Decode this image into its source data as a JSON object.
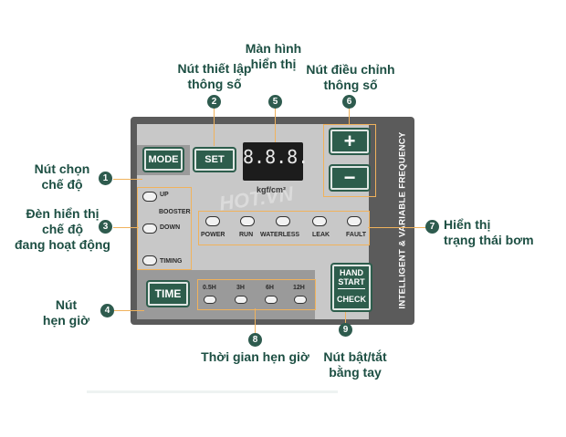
{
  "callouts": {
    "mode": "Nút chọn\nchế độ",
    "lights": "Đèn hiển thị\nchế độ\nđang hoạt động",
    "timer_btn": "Nút\nhẹn giờ",
    "set": "Nút thiết lập\nthông số",
    "display": "Màn hình\nhiển thị",
    "adjust": "Nút điều chỉnh\nthông số",
    "status": "Hiển thị\ntrạng thái bơm",
    "times": "Thời gian hẹn giờ",
    "hand": "Nút bật/tắt\nbằng tay"
  },
  "markers": [
    "1",
    "2",
    "3",
    "4",
    "5",
    "6",
    "7",
    "8",
    "9"
  ],
  "panel": {
    "mode_label": "MODE",
    "set_label": "SET",
    "display_value": "8.8.8.",
    "unit": "kgf/cm²",
    "plus_label": "+",
    "minus_label": "−",
    "mode_leds": [
      "UP",
      "BOOSTER",
      "DOWN",
      "TIMING"
    ],
    "status_leds": [
      "POWER",
      "RUN",
      "WATERLESS",
      "LEAK",
      "FAULT"
    ],
    "time_label": "TIME",
    "time_options": [
      "0.5H",
      "3H",
      "6H",
      "12H"
    ],
    "hand_label_1": "HAND",
    "hand_label_2": "START",
    "check_label": "CHECK",
    "side_text": "INTELLIGENT & VARIABLE FREQUENCY",
    "watermark": "HOT.VN"
  },
  "colors": {
    "accent": "#2d5d4c",
    "highlight": "#f0b25c",
    "callout_text": "#1d4f43"
  }
}
